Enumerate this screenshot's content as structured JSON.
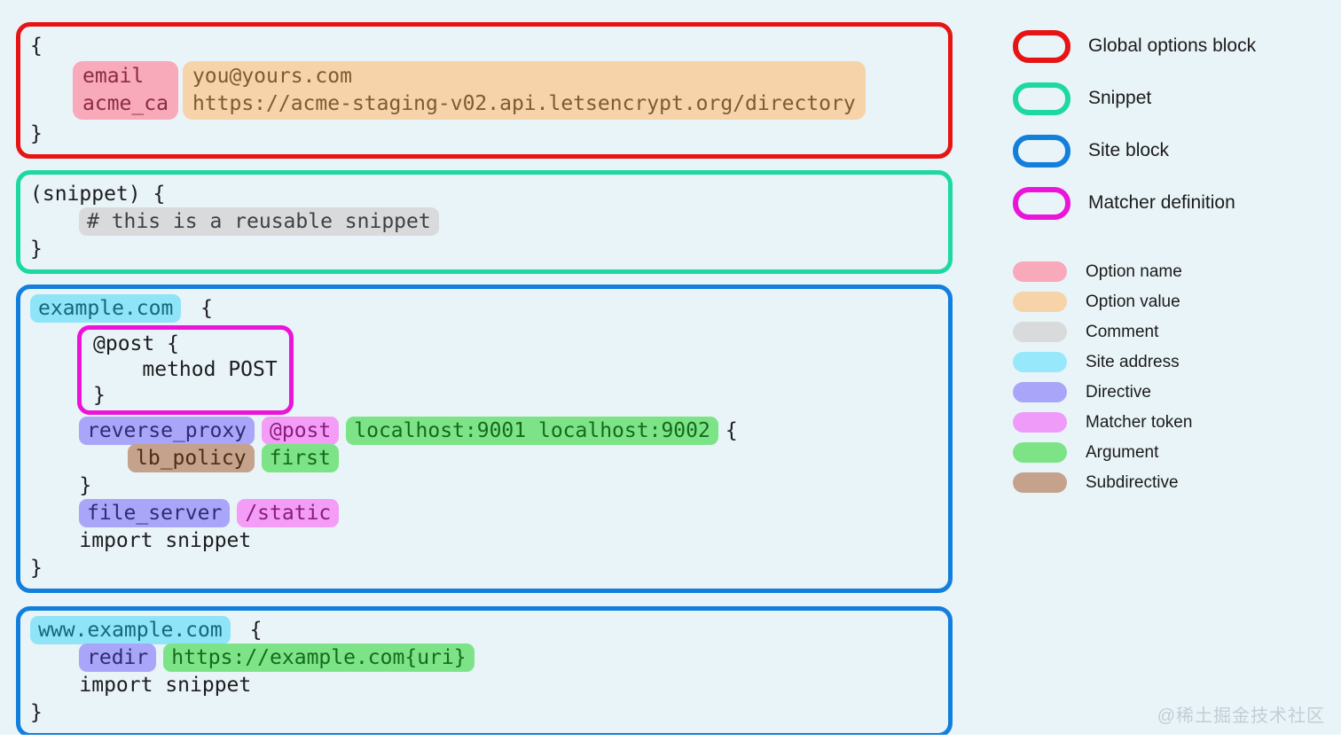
{
  "watermark": "@稀土掘金技术社区",
  "blocks": {
    "global": {
      "open": "{",
      "close": "}",
      "option_names": [
        "email",
        "acme_ca"
      ],
      "option_values": [
        "you@yours.com",
        "https://acme-staging-v02.api.letsencrypt.org/directory"
      ]
    },
    "snippet": {
      "header": "(snippet) {",
      "comment": "# this is a reusable snippet",
      "close": "}"
    },
    "site1": {
      "address": "example.com",
      "brace_open": " {",
      "matcher": {
        "line1": "@post {",
        "line2": "    method POST",
        "line3": "}"
      },
      "reverse_proxy": {
        "directive": "reverse_proxy",
        "matcher_token": "@post",
        "argument": "localhost:9001 localhost:9002",
        "brace": "{",
        "subdirective": "lb_policy",
        "sub_argument": "first",
        "close": "    }"
      },
      "file_server": {
        "directive": "file_server",
        "matcher_token": "/static"
      },
      "import_line": "    import snippet",
      "close": "}"
    },
    "site2": {
      "address": "www.example.com",
      "brace_open": " {",
      "redir": {
        "directive": "redir",
        "argument": "https://example.com{uri}"
      },
      "import_line": "    import snippet",
      "close": "}"
    }
  },
  "legend": {
    "boxes": [
      {
        "label": "Global options block",
        "color": "#e61414"
      },
      {
        "label": "Snippet",
        "color": "#1ed8a4"
      },
      {
        "label": "Site block",
        "color": "#137fdd"
      },
      {
        "label": "Matcher definition",
        "color": "#eb14d9"
      }
    ],
    "pills": [
      {
        "label": "Option name",
        "color": "#f8a9ba"
      },
      {
        "label": "Option value",
        "color": "#f6d3a8"
      },
      {
        "label": "Comment",
        "color": "#d8dadb"
      },
      {
        "label": "Site address",
        "color": "#97e8fa"
      },
      {
        "label": "Directive",
        "color": "#a9a6f9"
      },
      {
        "label": "Matcher token",
        "color": "#ef9bf9"
      },
      {
        "label": "Argument",
        "color": "#7ce487"
      },
      {
        "label": "Subdirective",
        "color": "#c4a28c"
      }
    ]
  }
}
